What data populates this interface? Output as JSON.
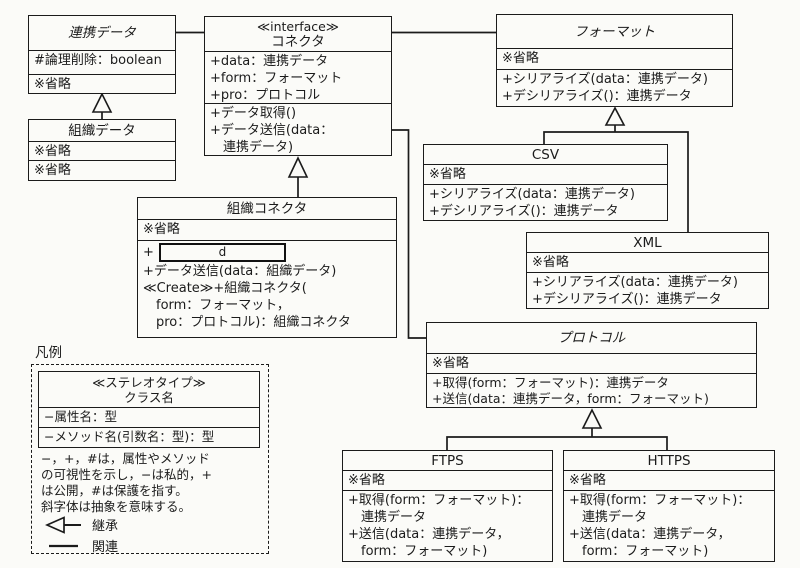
{
  "colors": {
    "background": "#fbfbf8",
    "ink": "#1b1b1b"
  },
  "classes": {
    "renkei_data": {
      "title": "連携データ",
      "attrs": [
        "#論理削除：boolean"
      ],
      "methods": [
        "※省略"
      ]
    },
    "connector": {
      "stereotype": "≪interface≫",
      "title": "コネクタ",
      "attrs": [
        "+data：連携データ",
        "+form：フォーマット",
        "+pro：プロトコル"
      ],
      "methods": [
        "+データ取得()",
        "+データ送信(data：",
        "　連携データ)"
      ]
    },
    "format": {
      "title": "フォーマット",
      "attrs": [
        "※省略"
      ],
      "methods": [
        "+シリアライズ(data：連携データ)",
        "+デシリアライズ()：連携データ"
      ]
    },
    "soshiki_data": {
      "title": "組織データ",
      "attrs": [
        "※省略"
      ],
      "methods": [
        "※省略"
      ]
    },
    "soshiki_connector": {
      "title": "組織コネクタ",
      "attrs": [
        "※省略"
      ],
      "blank_prefix": "+",
      "blank_label": "d",
      "methods": [
        "+データ送信(data：組織データ)",
        "≪Create≫+組織コネクタ(",
        "　form：フォーマット，",
        "　pro：プロトコル)：組織コネクタ"
      ]
    },
    "csv": {
      "title": "CSV",
      "attrs": [
        "※省略"
      ],
      "methods": [
        "+シリアライズ(data：連携データ)",
        "+デシリアライズ()：連携データ"
      ]
    },
    "xml": {
      "title": "XML",
      "attrs": [
        "※省略"
      ],
      "methods": [
        "+シリアライズ(data：連携データ)",
        "+デシリアライズ()：連携データ"
      ]
    },
    "protocol": {
      "title": "プロトコル",
      "attrs": [
        "※省略"
      ],
      "methods": [
        "+取得(form：フォーマット)：連携データ",
        "+送信(data：連携データ，form：フォーマット)"
      ]
    },
    "ftps": {
      "title": "FTPS",
      "attrs": [
        "※省略"
      ],
      "methods": [
        "+取得(form：フォーマット)：",
        "　連携データ",
        "+送信(data：連携データ，",
        "　form：フォーマット)"
      ]
    },
    "https": {
      "title": "HTTPS",
      "attrs": [
        "※省略"
      ],
      "methods": [
        "+取得(form：フォーマット)：",
        "　連携データ",
        "+送信(data：連携データ，",
        "　form：フォーマット)"
      ]
    }
  },
  "legend": {
    "label": "凡例",
    "class_box": {
      "stereotype": "≪ステレオタイプ≫",
      "title": "クラス名",
      "attr": "−属性名：型",
      "method": "−メソッド名(引数名：型)：型"
    },
    "notes": [
      "−，+，#は，属性やメソッド",
      "の可視性を示し，−は私的，+",
      "は公開，#は保護を指す。",
      "斜字体は抽象を意味する。"
    ],
    "inheritance_label": "継承",
    "association_label": "関連"
  }
}
